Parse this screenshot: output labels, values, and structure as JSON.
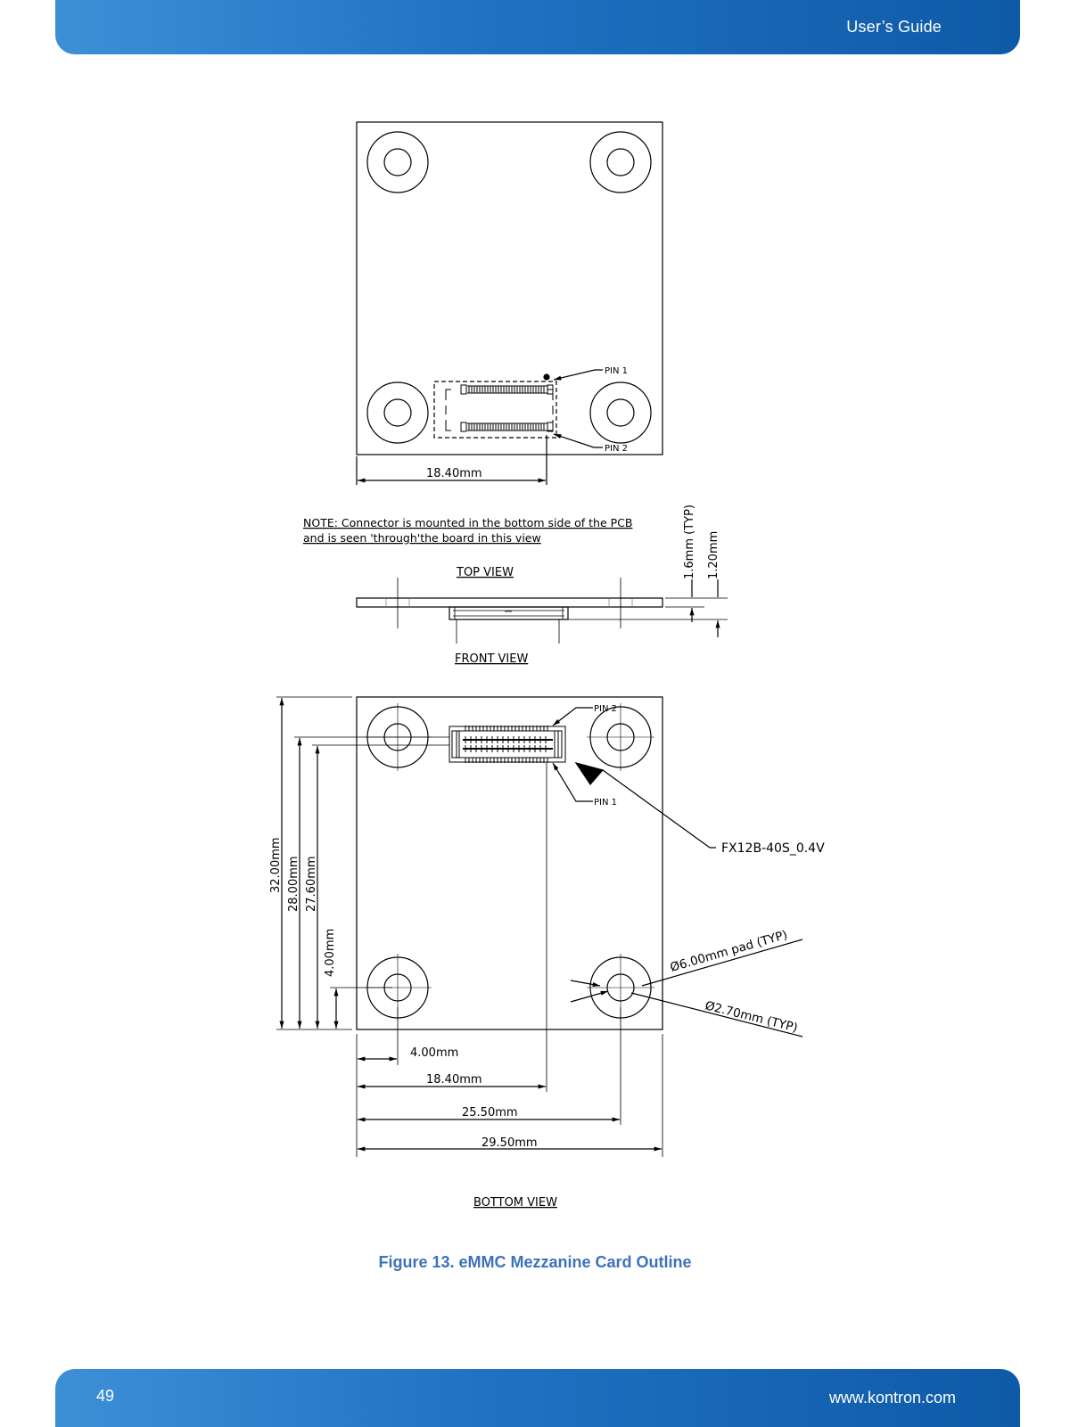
{
  "header": {
    "title": "User’s Guide"
  },
  "footer": {
    "page_number": "49",
    "url": "www.kontron.com"
  },
  "figure": {
    "caption": "Figure 13. eMMC Mezzanine Card Outline",
    "top_view": {
      "title": "TOP VIEW",
      "pin1": "PIN 1",
      "pin2": "PIN 2",
      "dim_width": "18.40mm",
      "note_line1": "NOTE: Connector is mounted in the bottom side of the PCB",
      "note_line2": "and is seen 'through'the board in this view"
    },
    "front_view": {
      "title": "FRONT VIEW",
      "dim_thickness": "1.6mm (TYP)",
      "dim_height": "1.20mm"
    },
    "bottom_view": {
      "title": "BOTTOM VIEW",
      "pin1": "PIN 1",
      "pin2": "PIN 2",
      "connector": "FX12B-40S_0.4V",
      "pad": "Ø6.00mm pad (TYP)",
      "hole": "Ø2.70mm (TYP)",
      "dim_v_32": "32.00mm",
      "dim_v_28": "28.00mm",
      "dim_v_27_6": "27.60mm",
      "dim_v_4": "4.00mm",
      "dim_h_4": "4.00mm",
      "dim_h_18_4": "18.40mm",
      "dim_h_25_5": "25.50mm",
      "dim_h_29_5": "29.50mm"
    }
  }
}
